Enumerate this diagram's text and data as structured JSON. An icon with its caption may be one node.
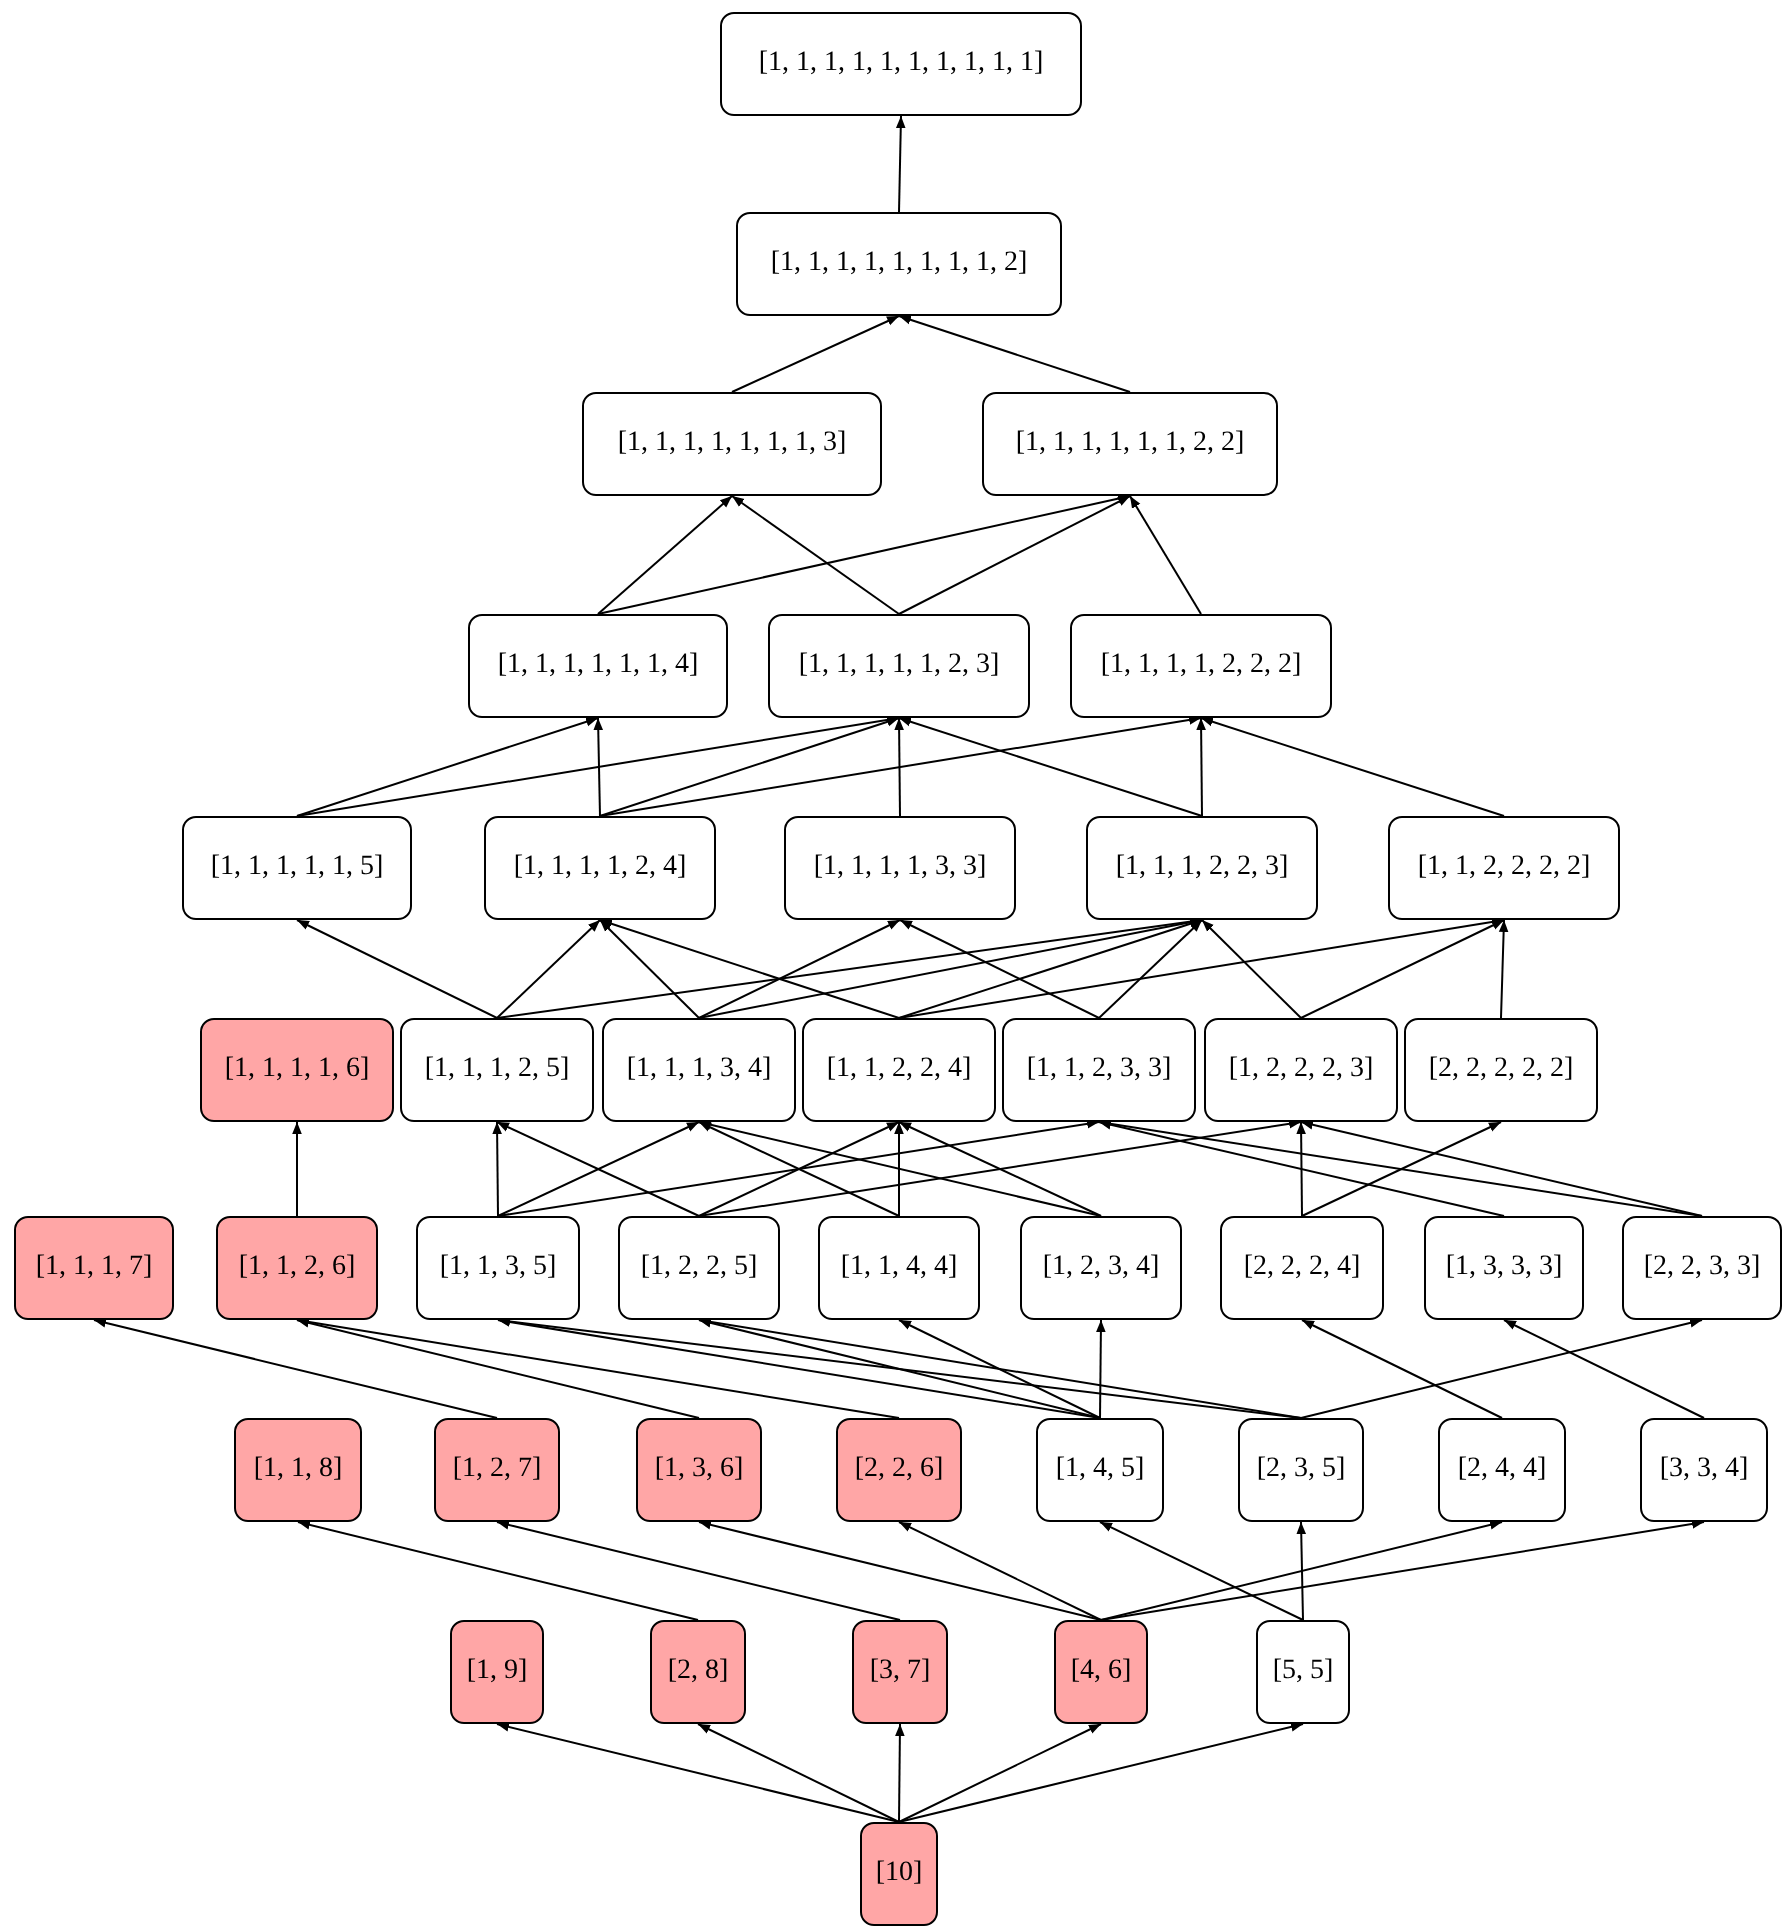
{
  "diagram": {
    "nodes": [
      {
        "text": [
          "[1, 1, 1, 1, 1, 1, 1, 1, 1, 1]"
        ]
      },
      {
        "text": [
          "[1, 1, 1, 1, 1, 1, 1, 1, 2]"
        ]
      },
      {
        "text": [
          "[1, 1, 1, 1, 1, 1, 1, 3]"
        ]
      },
      {
        "text": [
          "[1, 1, 1, 1, 1, 1, 2, 2]"
        ]
      },
      {
        "text": [
          "[1, 1, 1, 1, 1, 1, 4]"
        ]
      },
      {
        "text": [
          "[1, 1, 1, 1, 1, 2, 3]"
        ]
      },
      {
        "text": [
          "[1, 1, 1, 1, 2, 2, 2]"
        ]
      },
      {
        "text": [
          "[1, 1, 1, 1, 1, 5]"
        ]
      },
      {
        "text": [
          "[1, 1, 1, 1, 2, 4]"
        ]
      },
      {
        "text": [
          "[1, 1, 1, 1, 3, 3]"
        ]
      },
      {
        "text": [
          "[1, 1, 1, 2, 2, 3]"
        ]
      },
      {
        "text": [
          "[1, 1, 2, 2, 2, 2]"
        ]
      },
      {
        "text": [
          "[1, 1, 1, 1, 6]"
        ]
      },
      {
        "text": [
          "[1, 1, 1, 2, 5]"
        ]
      },
      {
        "text": [
          "[1, 1, 1, 3, 4]"
        ]
      },
      {
        "text": [
          "[1, 1, 2, 2, 4]"
        ]
      },
      {
        "text": [
          "[1, 1, 2, 3, 3]"
        ]
      },
      {
        "text": [
          "[1, 2, 2, 2, 3]"
        ]
      },
      {
        "text": [
          "[2, 2, 2, 2, 2]"
        ]
      },
      {
        "text": [
          "[1, 1, 1, 7]"
        ]
      },
      {
        "text": [
          "[1, 1, 2, 6]"
        ]
      },
      {
        "text": [
          "[1, 1, 3, 5]"
        ]
      },
      {
        "text": [
          "[1, 2, 2, 5]"
        ]
      },
      {
        "text": [
          "[1, 1, 4, 4]"
        ]
      },
      {
        "text": [
          "[1, 2, 3, 4]"
        ]
      },
      {
        "text": [
          "[2, 2, 2, 4]"
        ]
      },
      {
        "text": [
          "[1, 3, 3, 3]"
        ]
      },
      {
        "text": [
          "[2, 2, 3, 3]"
        ]
      },
      {
        "text": [
          "[1, 1, 8]"
        ]
      },
      {
        "text": [
          "[1, 2, 7]"
        ]
      },
      {
        "text": [
          "[1, 3, 6]"
        ]
      },
      {
        "text": [
          "[2, 2, 6]"
        ]
      },
      {
        "text": [
          "[1, 4, 5]"
        ]
      },
      {
        "text": [
          "[2, 3, 5]"
        ]
      },
      {
        "text": [
          "[2, 4, 4]"
        ]
      },
      {
        "text": [
          "[3, 3, 4]"
        ]
      },
      {
        "text": [
          "[1, 9]"
        ]
      },
      {
        "text": [
          "[2, 8]"
        ]
      },
      {
        "text": [
          "[3, 7]"
        ]
      },
      {
        "text": [
          "[4, 6]"
        ]
      },
      {
        "text": [
          "[5, 5]"
        ]
      },
      {
        "text": [
          "[10]"
        ]
      }
    ],
    "edges": [
      {
        "from": 41,
        "to": 36,
        "arrow": "to"
      },
      {
        "from": 41,
        "to": 37,
        "arrow": "to"
      },
      {
        "from": 41,
        "to": 38,
        "arrow": "to"
      },
      {
        "from": 41,
        "to": 39,
        "arrow": "to"
      },
      {
        "from": 41,
        "to": 40,
        "arrow": "to"
      },
      {
        "from": 37,
        "to": 28,
        "arrow": "to"
      },
      {
        "from": 38,
        "to": 29,
        "arrow": "to"
      },
      {
        "from": 39,
        "to": 30,
        "arrow": "to"
      },
      {
        "from": 39,
        "to": 31,
        "arrow": "to"
      },
      {
        "from": 39,
        "to": 34,
        "arrow": "to"
      },
      {
        "from": 39,
        "to": 35,
        "arrow": "to"
      },
      {
        "from": 40,
        "to": 32,
        "arrow": "to"
      },
      {
        "from": 40,
        "to": 33,
        "arrow": "to"
      },
      {
        "from": 29,
        "to": 19,
        "arrow": "to"
      },
      {
        "from": 30,
        "to": 20,
        "arrow": "to"
      },
      {
        "from": 31,
        "to": 20,
        "arrow": "to"
      },
      {
        "from": 32,
        "to": 21,
        "arrow": "to"
      },
      {
        "from": 32,
        "to": 22,
        "arrow": "to"
      },
      {
        "from": 32,
        "to": 23,
        "arrow": "to"
      },
      {
        "from": 32,
        "to": 24,
        "arrow": "to"
      },
      {
        "from": 33,
        "to": 21,
        "arrow": "to"
      },
      {
        "from": 33,
        "to": 22,
        "arrow": "to"
      },
      {
        "from": 33,
        "to": 27,
        "arrow": "to"
      },
      {
        "from": 34,
        "to": 25,
        "arrow": "to"
      },
      {
        "from": 35,
        "to": 26,
        "arrow": "to"
      },
      {
        "from": 20,
        "to": 12,
        "arrow": "to"
      },
      {
        "from": 21,
        "to": 13,
        "arrow": "to"
      },
      {
        "from": 21,
        "to": 14,
        "arrow": "to"
      },
      {
        "from": 21,
        "to": 16,
        "arrow": "to"
      },
      {
        "from": 22,
        "to": 13,
        "arrow": "to"
      },
      {
        "from": 22,
        "to": 15,
        "arrow": "to"
      },
      {
        "from": 22,
        "to": 17,
        "arrow": "to"
      },
      {
        "from": 23,
        "to": 14,
        "arrow": "to"
      },
      {
        "from": 23,
        "to": 15,
        "arrow": "to"
      },
      {
        "from": 24,
        "to": 14,
        "arrow": "to"
      },
      {
        "from": 24,
        "to": 15,
        "arrow": "to"
      },
      {
        "from": 25,
        "to": 17,
        "arrow": "to"
      },
      {
        "from": 25,
        "to": 18,
        "arrow": "to"
      },
      {
        "from": 26,
        "to": 16,
        "arrow": "to"
      },
      {
        "from": 27,
        "to": 16,
        "arrow": "to"
      },
      {
        "from": 27,
        "to": 17,
        "arrow": "to"
      },
      {
        "from": 13,
        "to": 7,
        "arrow": "to"
      },
      {
        "from": 13,
        "to": 8,
        "arrow": "to"
      },
      {
        "from": 13,
        "to": 10,
        "arrow": "to"
      },
      {
        "from": 14,
        "to": 8,
        "arrow": "to"
      },
      {
        "from": 14,
        "to": 9,
        "arrow": "to"
      },
      {
        "from": 14,
        "to": 10,
        "arrow": "to"
      },
      {
        "from": 15,
        "to": 8,
        "arrow": "to"
      },
      {
        "from": 15,
        "to": 10,
        "arrow": "to"
      },
      {
        "from": 15,
        "to": 11,
        "arrow": "to"
      },
      {
        "from": 16,
        "to": 9,
        "arrow": "to"
      },
      {
        "from": 16,
        "to": 10,
        "arrow": "to"
      },
      {
        "from": 17,
        "to": 10,
        "arrow": "to"
      },
      {
        "from": 17,
        "to": 11,
        "arrow": "to"
      },
      {
        "from": 18,
        "to": 11,
        "arrow": "to"
      },
      {
        "from": 7,
        "to": 4,
        "arrow": "to"
      },
      {
        "from": 7,
        "to": 5,
        "arrow": "to"
      },
      {
        "from": 8,
        "to": 4,
        "arrow": "to"
      },
      {
        "from": 8,
        "to": 5,
        "arrow": "to"
      },
      {
        "from": 8,
        "to": 6,
        "arrow": "to"
      },
      {
        "from": 9,
        "to": 5,
        "arrow": "to"
      },
      {
        "from": 10,
        "to": 5,
        "arrow": "to"
      },
      {
        "from": 10,
        "to": 6,
        "arrow": "to"
      },
      {
        "from": 11,
        "to": 6,
        "arrow": "to"
      },
      {
        "from": 4,
        "to": 2,
        "arrow": "to"
      },
      {
        "from": 4,
        "to": 3,
        "arrow": "to"
      },
      {
        "from": 5,
        "to": 2,
        "arrow": "to"
      },
      {
        "from": 5,
        "to": 3,
        "arrow": "to"
      },
      {
        "from": 6,
        "to": 3,
        "arrow": "to"
      },
      {
        "from": 2,
        "to": 1,
        "arrow": "to"
      },
      {
        "from": 3,
        "to": 1,
        "arrow": "to"
      },
      {
        "from": 1,
        "to": 0,
        "arrow": "to"
      }
    ]
  }
}
